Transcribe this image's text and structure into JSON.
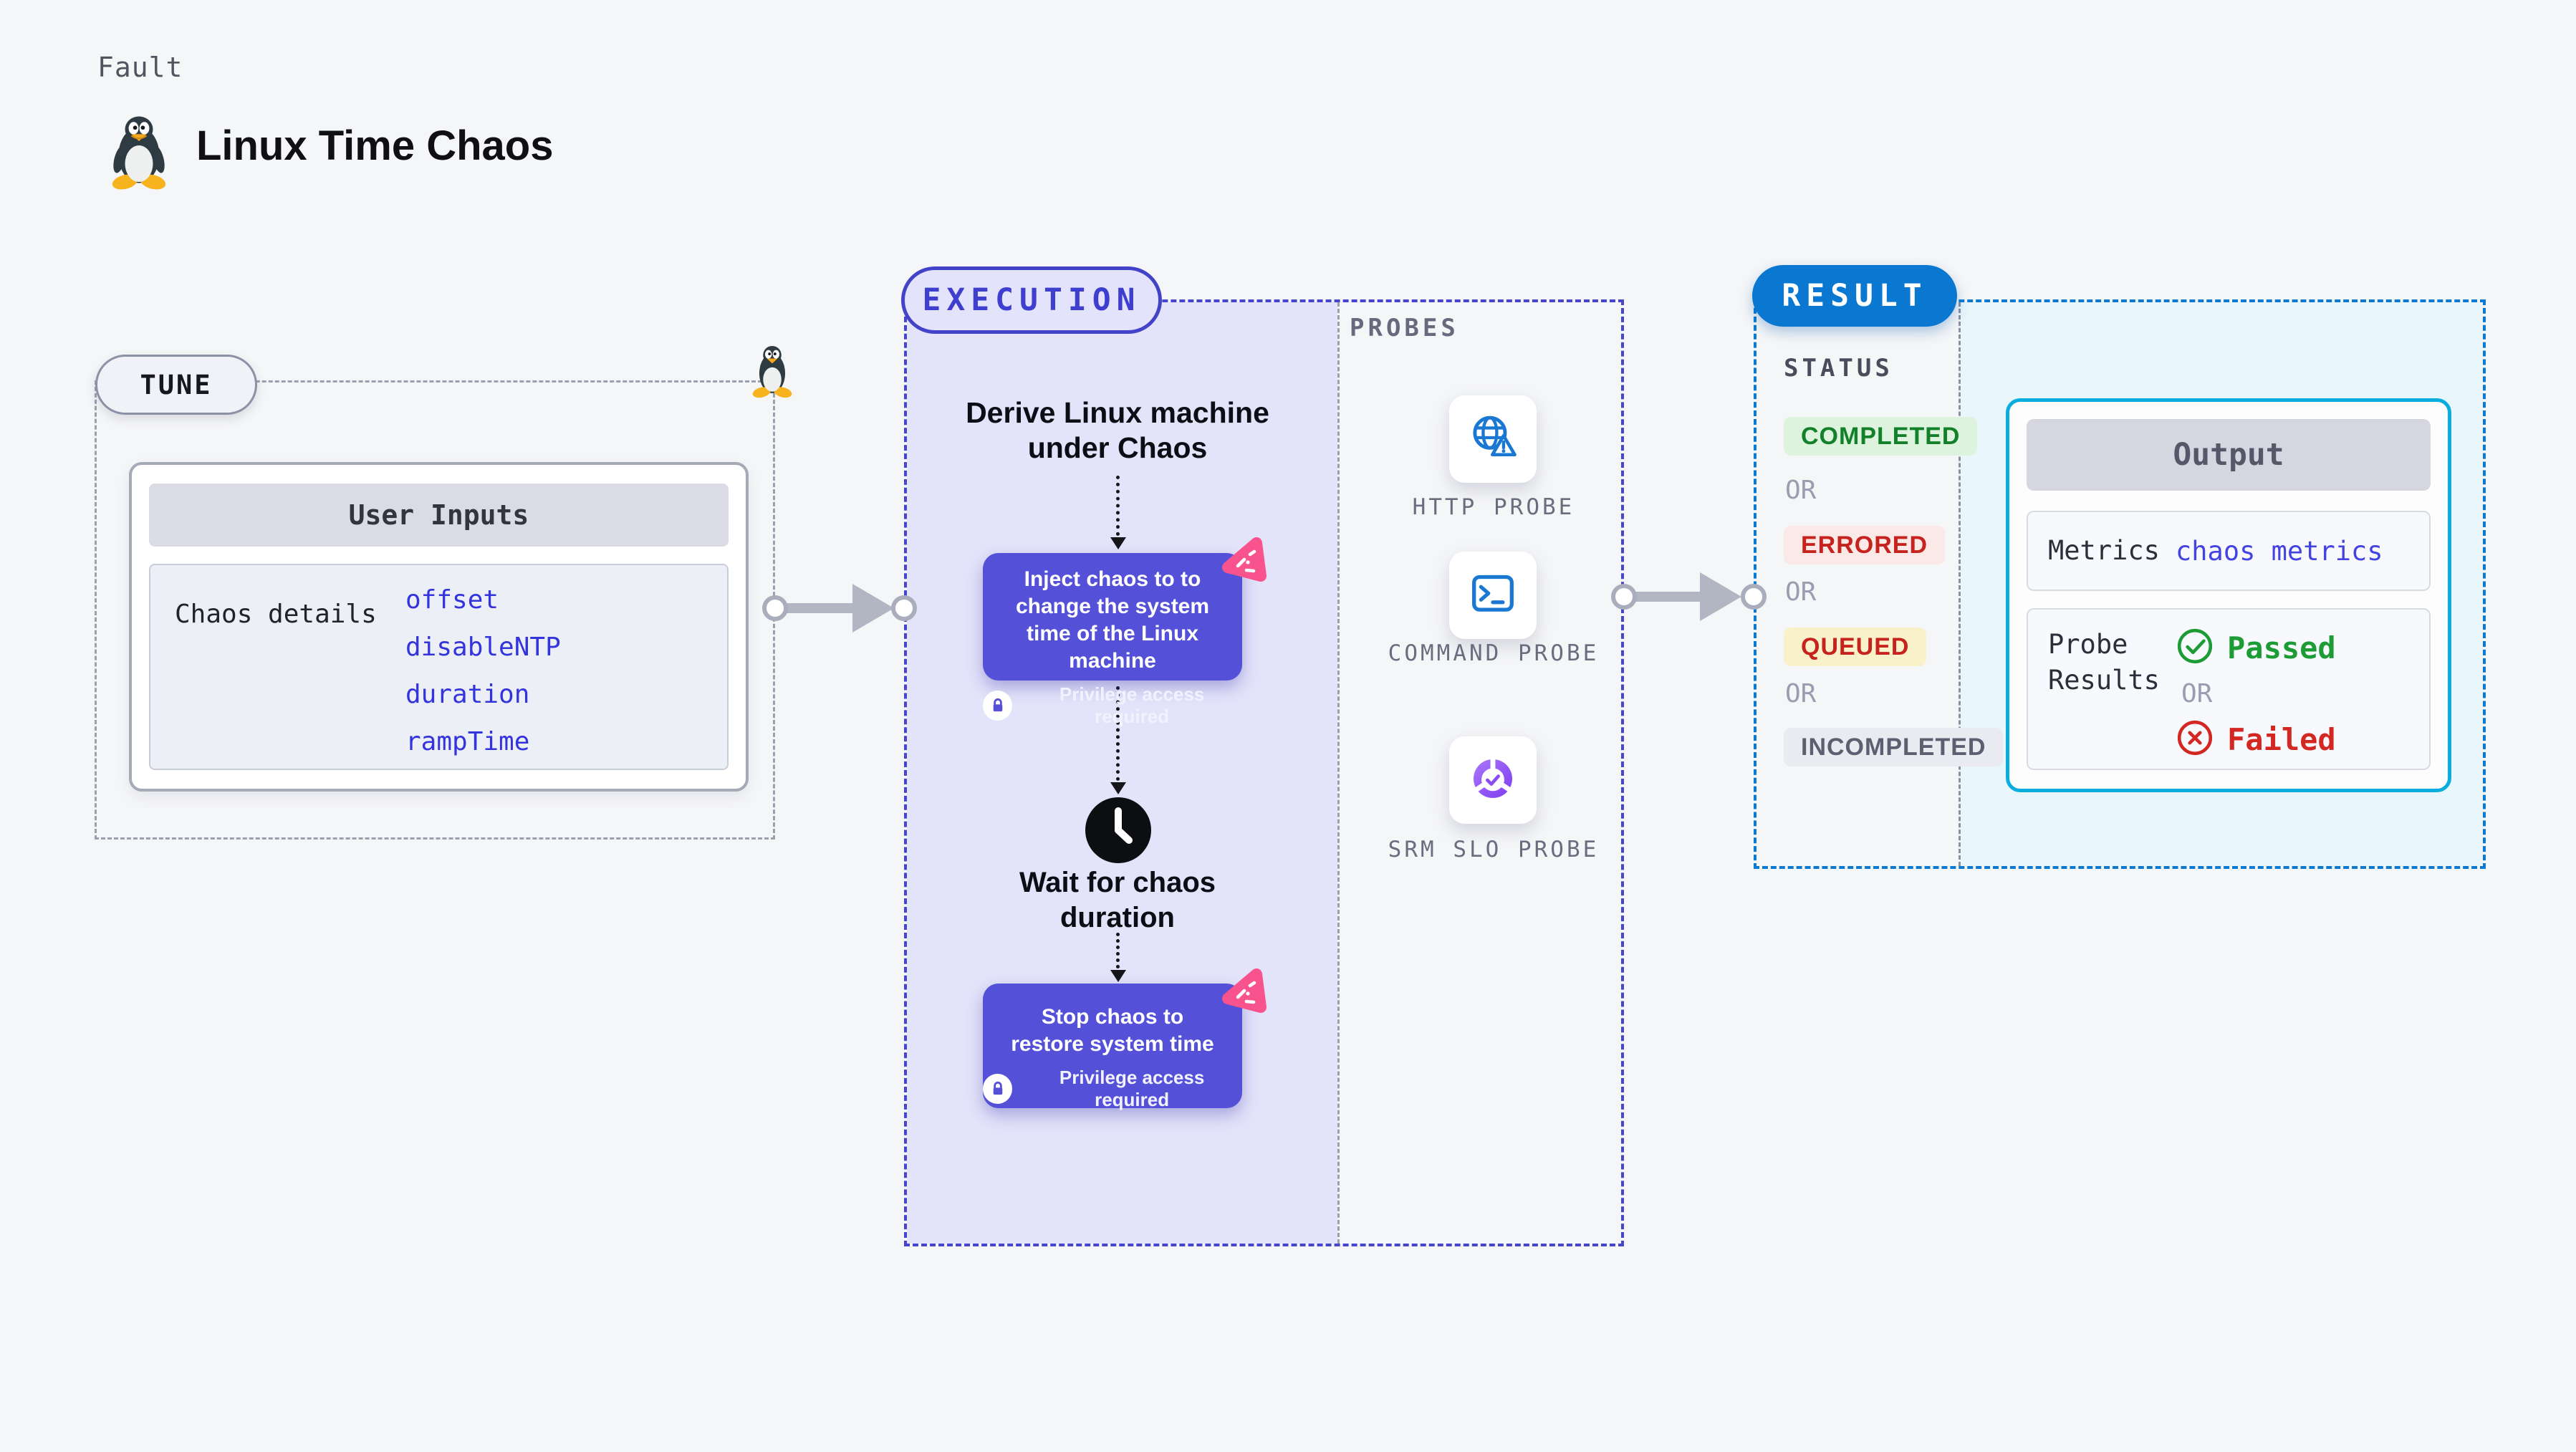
{
  "page": {
    "kicker": "Fault",
    "title": "Linux Time Chaos"
  },
  "tune": {
    "badge": "TUNE",
    "user_inputs_title": "User Inputs",
    "chaos_details_label": "Chaos details",
    "params": [
      "offset",
      "disableNTP",
      "duration",
      "rampTime"
    ]
  },
  "execution": {
    "badge": "EXECUTION",
    "derive_text": "Derive Linux machine under Chaos",
    "inject_text": "Inject chaos to to change the system time of the Linux machine",
    "inject_privilege": "Privilege access required",
    "wait_text": "Wait for chaos duration",
    "stop_text": "Stop chaos to restore system time",
    "stop_privilege": "Privilege access required"
  },
  "probes": {
    "label": "PROBES",
    "items": [
      {
        "icon": "globe-alert-icon",
        "label": "HTTP PROBE"
      },
      {
        "icon": "terminal-icon",
        "label": "COMMAND PROBE"
      },
      {
        "icon": "slo-donut-icon",
        "label": "SRM SLO PROBE"
      }
    ]
  },
  "result": {
    "badge": "RESULT",
    "status_label": "STATUS",
    "or": "OR",
    "statuses": [
      {
        "label": "COMPLETED"
      },
      {
        "label": "ERRORED"
      },
      {
        "label": "QUEUED"
      },
      {
        "label": "INCOMPLETED"
      }
    ],
    "output": {
      "title": "Output",
      "metrics_label": "Metrics",
      "metrics_value": "chaos metrics",
      "probe_results_label": "Probe Results",
      "passed_label": "Passed",
      "or": "OR",
      "failed_label": "Failed"
    }
  },
  "colors": {
    "indigo_node": "#5450d8",
    "indigo_border": "#4646cd",
    "purple_fill": "#e3e3fa",
    "result_blue": "#0a78d0",
    "cyan_border": "#0badde",
    "cyan_fill": "#e9f6fb",
    "green": "#1d9b35",
    "green_bg": "#def3de",
    "red": "#c6231f",
    "red_bg": "#fae9e7",
    "yellow_bg": "#f9f1ca",
    "gray_bg": "#eaebf1",
    "param_blue": "#3434dd",
    "pink": "#f9538d"
  }
}
